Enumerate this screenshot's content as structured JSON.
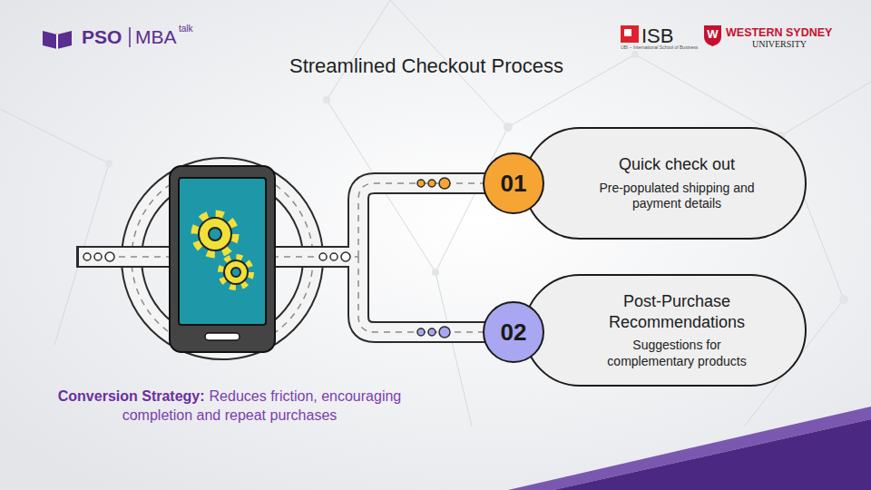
{
  "diagram": {
    "title": "Streamlined Checkout Process",
    "nodes": [
      {
        "text": [
          "01"
        ]
      },
      {
        "text": [
          "Quick check out",
          "Pre-populated shipping and payment details"
        ]
      },
      {
        "text": [
          "02"
        ]
      },
      {
        "text": [
          "Post-Purchase Recommendations",
          "Suggestions for complementary products"
        ]
      }
    ],
    "labels": [
      "PSO",
      "MBA",
      "talk",
      "ISB",
      "UBI – International School of Business",
      "W",
      "WESTERN SYDNEY",
      "UNIVERSITY",
      "Conversion Strategy:",
      "Reduces friction, encouraging completion and repeat purchases"
    ]
  }
}
